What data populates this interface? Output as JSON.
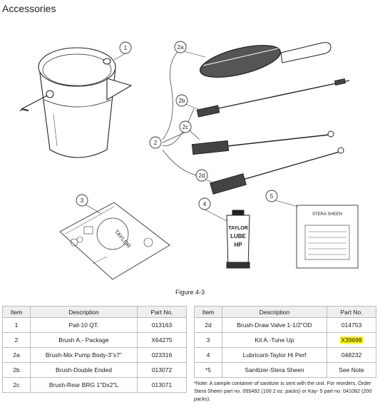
{
  "page": {
    "title": "Accessories"
  },
  "figure": {
    "caption": "Figure 4-3",
    "callouts": [
      "1",
      "2a",
      "2b",
      "2c",
      "2",
      "2d",
      "3",
      "4",
      "5"
    ],
    "label_lube": [
      "TAYLOR",
      "LUBE",
      "HP"
    ],
    "label_sanitizer": "STERA SHEEN",
    "label_package": "TAYLOR"
  },
  "table_headers": {
    "item": "Item",
    "description": "Description",
    "part_no": "Part No."
  },
  "table_left": [
    {
      "item": "1",
      "description": "Pail-10 QT.",
      "part_no": "013163"
    },
    {
      "item": "2",
      "description": "Brush A.- Package",
      "part_no": "X64275"
    },
    {
      "item": "2a",
      "description": "Brush-Mix Pump Body-3\"x7\"",
      "part_no": "023316"
    },
    {
      "item": "2b",
      "description": "Brush-Double Ended",
      "part_no": "013072"
    },
    {
      "item": "2c",
      "description": "Brush-Rear BRG 1\"Dx2\"L",
      "part_no": "013071"
    }
  ],
  "table_right": [
    {
      "item": "2d",
      "description": "Brush-Draw Valve 1-1/2\"OD",
      "part_no": "014753"
    },
    {
      "item": "3",
      "description": "Kit A.-Tune Up",
      "part_no": "X39699"
    },
    {
      "item": "4",
      "description": "Lubricant-Taylor Hi Perf",
      "part_no": "048232"
    },
    {
      "item": "*5",
      "description": "Sanitizer-Stera Sheen",
      "part_no": "See Note"
    }
  ],
  "note": "*Note: A sample container of sanitizer is sent with the unit. For reorders, Order Stera Sheen part no. 055492 (100 2 oz. packs) or Kay- 5 part no. 041082 (200 packs)."
}
